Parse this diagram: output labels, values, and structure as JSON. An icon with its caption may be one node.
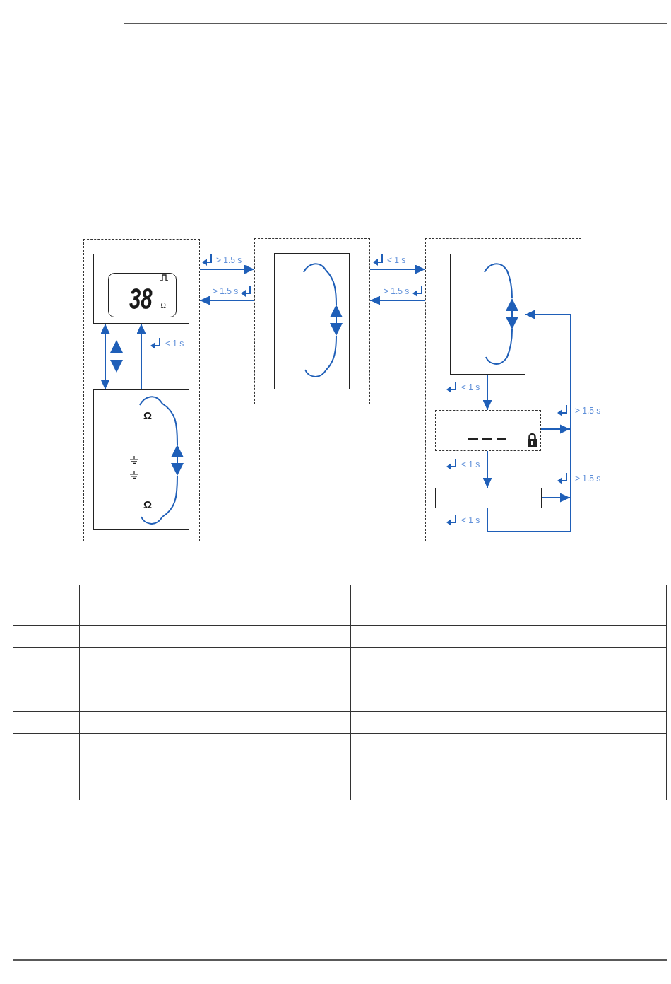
{
  "diagram": {
    "nodes": [
      {
        "text": [],
        "shape": "box"
      },
      {
        "text": [],
        "shape": "box",
        "in": 0
      },
      {
        "text": [
          "38",
          "Ω"
        ],
        "in": 1
      },
      {
        "text": [
          "Ω",
          "Ω"
        ],
        "in": 0
      },
      {
        "text": [],
        "shape": "box"
      },
      {
        "text": [],
        "shape": "box",
        "in": 4
      },
      {
        "text": [],
        "shape": "box"
      },
      {
        "text": [],
        "shape": "box",
        "in": 6
      },
      {
        "text": [],
        "shape": "box",
        "in": 6
      },
      {
        "text": [],
        "shape": "box",
        "in": 6
      }
    ],
    "edges": [
      {
        "from": 0,
        "to": 4,
        "arrow": "to",
        "label": "> 1.5 s"
      },
      {
        "from": 4,
        "to": 0,
        "arrow": "to",
        "label": "> 1.5 s"
      },
      {
        "from": 4,
        "to": 6,
        "arrow": "to",
        "label": "< 1 s"
      },
      {
        "from": 6,
        "to": 4,
        "arrow": "to",
        "label": "> 1.5 s"
      },
      {
        "from": 1,
        "to": 3,
        "arrow": "both"
      },
      {
        "from": 3,
        "to": 1,
        "arrow": "to",
        "label": "< 1 s"
      },
      {
        "from": 7,
        "to": 8,
        "arrow": "to",
        "label": "< 1 s"
      },
      {
        "from": 8,
        "to": 9,
        "arrow": "to",
        "label": "< 1 s"
      },
      {
        "from": 8,
        "to": 7,
        "arrow": "to",
        "label": "> 1.5 s"
      },
      {
        "from": 9,
        "to": 7,
        "arrow": "to",
        "label": "> 1.5 s"
      },
      {
        "from": 9,
        "to": 7,
        "arrow": "to",
        "label": "< 1 s"
      }
    ]
  }
}
